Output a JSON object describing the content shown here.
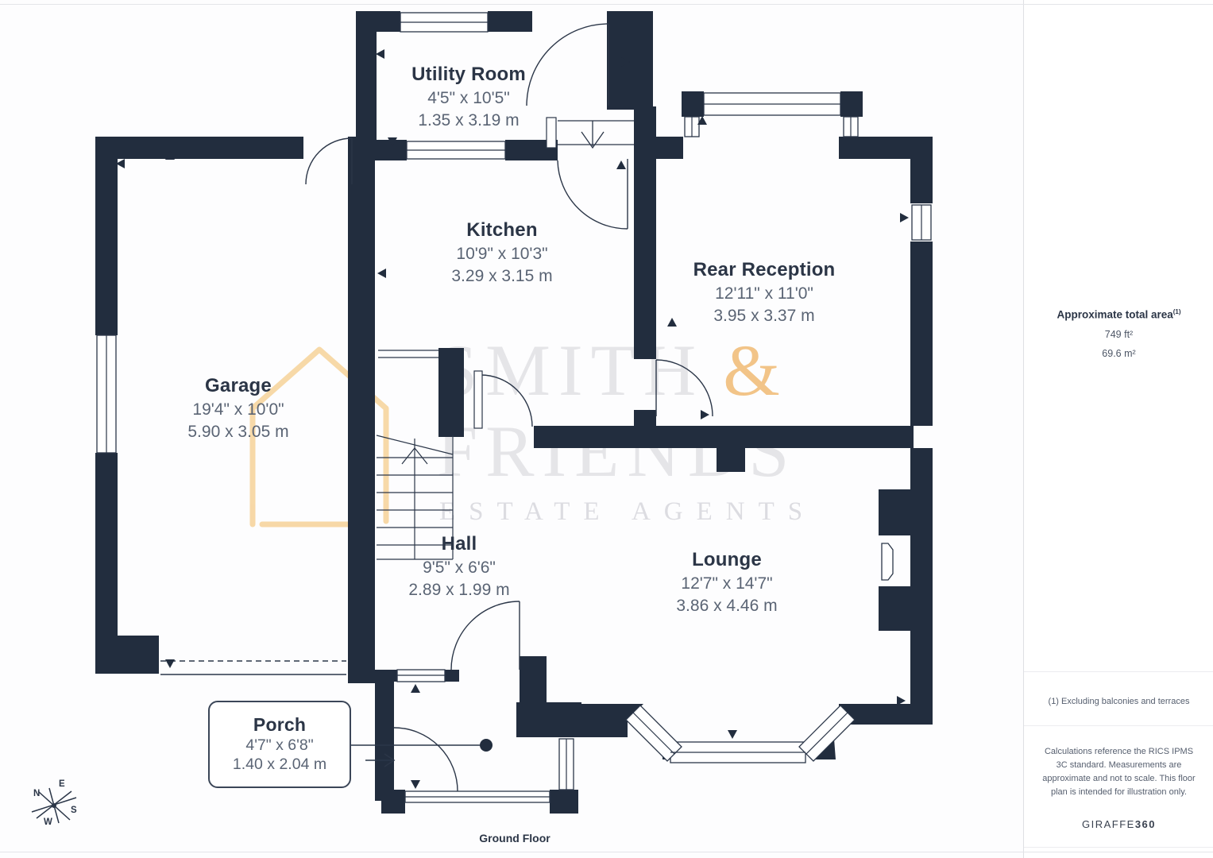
{
  "plan": {
    "floor_label": "Ground Floor",
    "rooms": [
      {
        "name": "Utility Room",
        "imperial": "4'5\" x 10'5\"",
        "metric": "1.35 x 3.19 m"
      },
      {
        "name": "Kitchen",
        "imperial": "10'9\" x 10'3\"",
        "metric": "3.29 x 3.15 m"
      },
      {
        "name": "Rear Reception",
        "imperial": "12'11\" x 11'0\"",
        "metric": "3.95 x 3.37 m"
      },
      {
        "name": "Garage",
        "imperial": "19'4\" x 10'0\"",
        "metric": "5.90 x 3.05 m"
      },
      {
        "name": "Hall",
        "imperial": "9'5\" x 6'6\"",
        "metric": "2.89 x 1.99 m"
      },
      {
        "name": "Lounge",
        "imperial": "12'7\" x 14'7\"",
        "metric": "3.86 x 4.46 m"
      },
      {
        "name": "Porch",
        "imperial": "4'7\" x 6'8\"",
        "metric": "1.40 x 2.04 m"
      }
    ],
    "compass": {
      "n": "N",
      "e": "E",
      "s": "S",
      "w": "W"
    }
  },
  "watermark": {
    "line1": "SMITH",
    "amp": "&",
    "line2": "FRIENDS",
    "line3": "ESTATE AGENTS"
  },
  "sidebar": {
    "area_title": "Approximate total area",
    "area_superscript": "(1)",
    "area_ft": "749 ft²",
    "area_m": "69.6 m²",
    "footnote": "(1) Excluding balconies and terraces",
    "disclaimer": "Calculations reference the RICS IPMS 3C standard. Measurements are approximate and not to scale. This floor plan is intended for illustration only.",
    "brand_name": "GIRAFFE",
    "brand_number": "360"
  },
  "colors": {
    "wall": "#222d3e",
    "accent_orange": "#f2c488",
    "watermark_gray": "#e5e5e8",
    "label_dark": "#2b3546",
    "dim_gray": "#5a6474"
  }
}
